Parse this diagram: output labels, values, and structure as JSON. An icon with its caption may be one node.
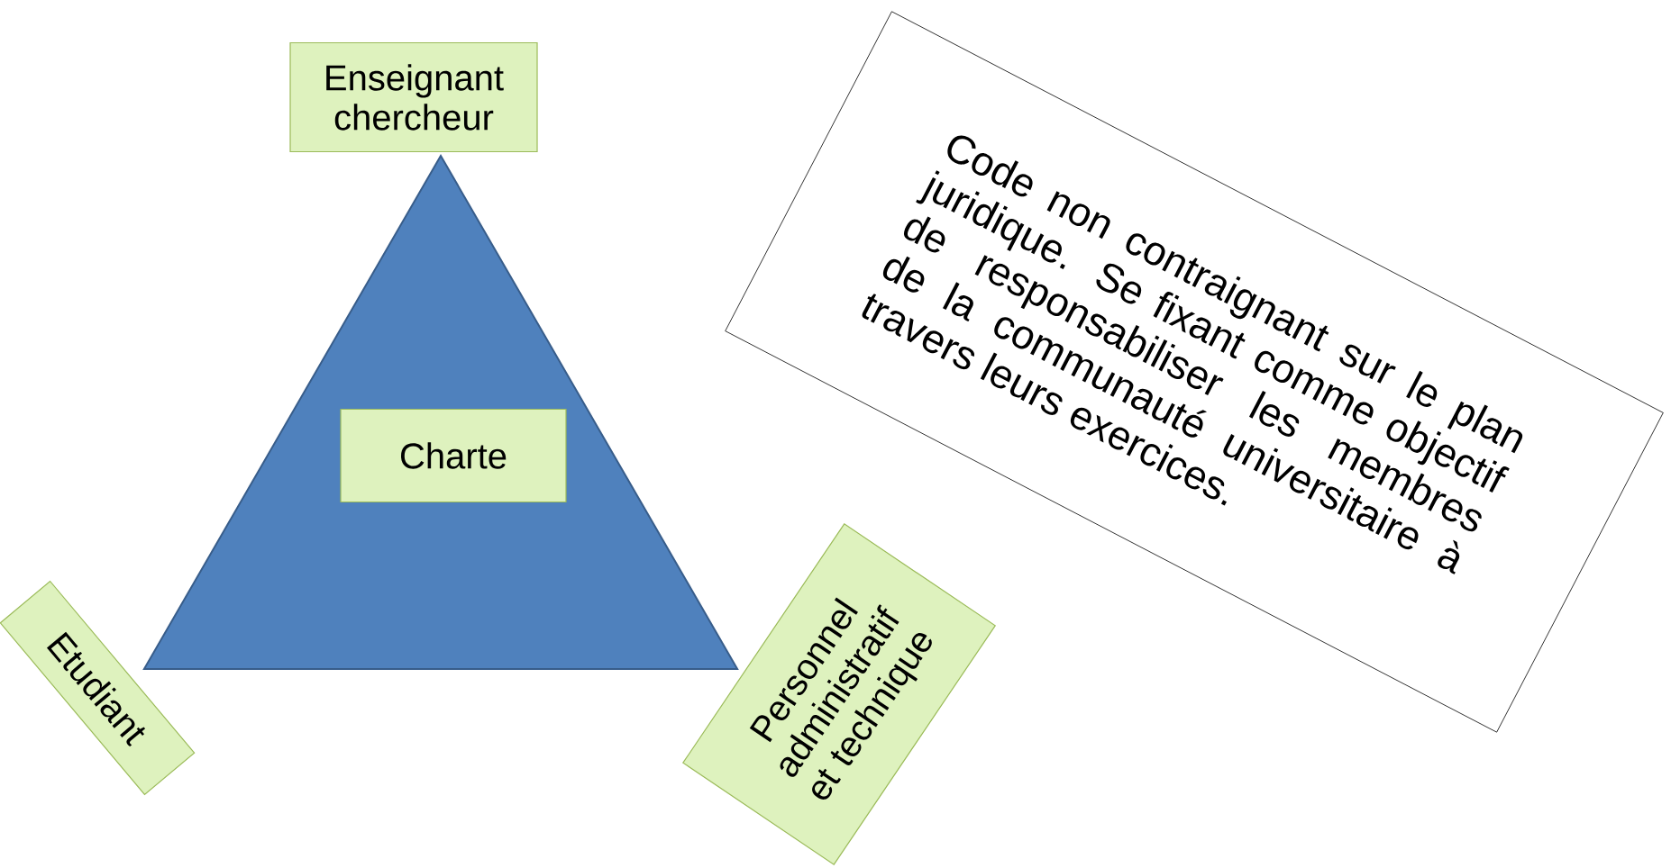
{
  "diagram": {
    "nodes": [
      {
        "text": [],
        "shape": "triangle"
      },
      {
        "text": [
          "Enseignant chercheur"
        ]
      },
      {
        "text": [
          "Charte"
        ],
        "in": 0
      },
      {
        "text": [
          "Etudiant"
        ]
      },
      {
        "text": [
          "Personnel administratif et technique"
        ]
      },
      {
        "text": [
          "Code non contraignant sur le plan juridique. Se fixant comme objectif de responsabiliser les membres de la communauté universitaire à travers leurs exercices."
        ]
      }
    ],
    "edges": []
  }
}
